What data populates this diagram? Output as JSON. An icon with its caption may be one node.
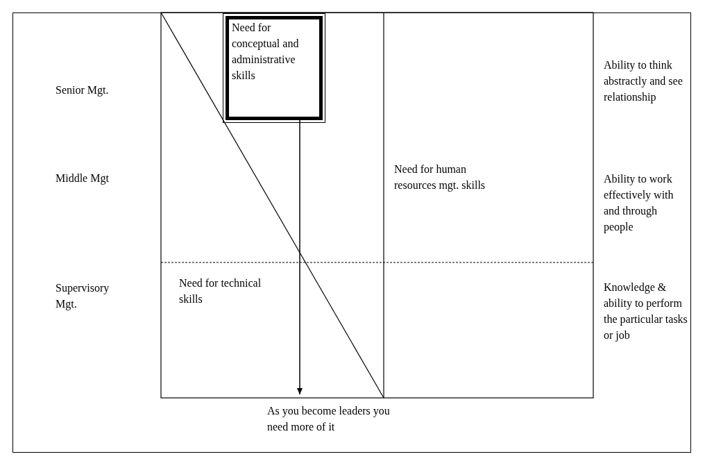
{
  "diagram": {
    "nodes": [
      {
        "text": [
          "Need for conceptual and administrative skills"
        ]
      },
      {
        "text": [
          "As you become leaders you need more of it"
        ]
      }
    ],
    "edges": [
      {
        "from": 0,
        "to": 1,
        "arrow": "to"
      }
    ],
    "labels": [
      "Senior Mgt.",
      "Ability to think abstractly and see relationship",
      "Middle Mgt",
      "Need for human resources mgt. skills",
      "Ability to work effectively with and through people",
      "Need for technical skills",
      "Supervisory Mgt.",
      "Knowledge & ability to perform the particular tasks or job"
    ]
  }
}
